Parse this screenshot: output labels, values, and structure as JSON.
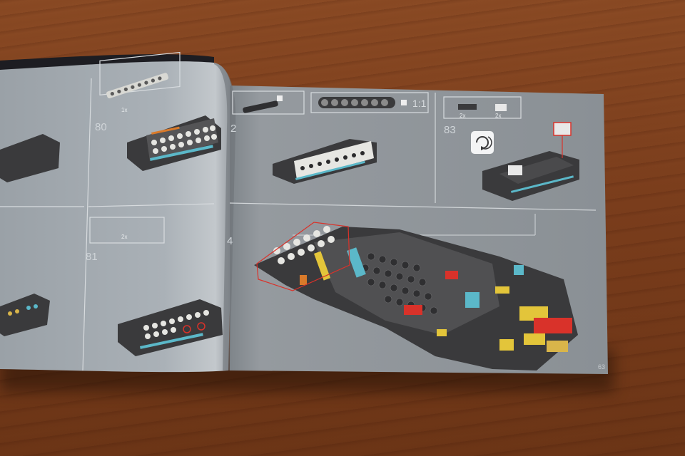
{
  "scene": {
    "description_free": true,
    "colors": {
      "table": "#7a3d1c",
      "page_left": "#a9b0b6",
      "page_right": "#8d9398",
      "brick_dark": "#3a3a3c",
      "brick_white": "#e6e6e2",
      "accent_red": "#d9322a",
      "accent_yellow": "#e3c53a",
      "accent_cyan": "#5bb8c9",
      "accent_orange": "#d97a2a"
    }
  },
  "booklet": {
    "steps": {
      "step_80": "80",
      "step_81": "81",
      "step_82_partial": "2",
      "step_83": "83",
      "step_84_partial": "4"
    },
    "callout_counts": {
      "beam_1x": "1x",
      "plate_2x_a": "2x",
      "plate_2x_b": "2x",
      "small_2x": "2x"
    },
    "scale_label": "1:1",
    "page_number": "63",
    "icons": [
      "rotate-icon"
    ]
  }
}
